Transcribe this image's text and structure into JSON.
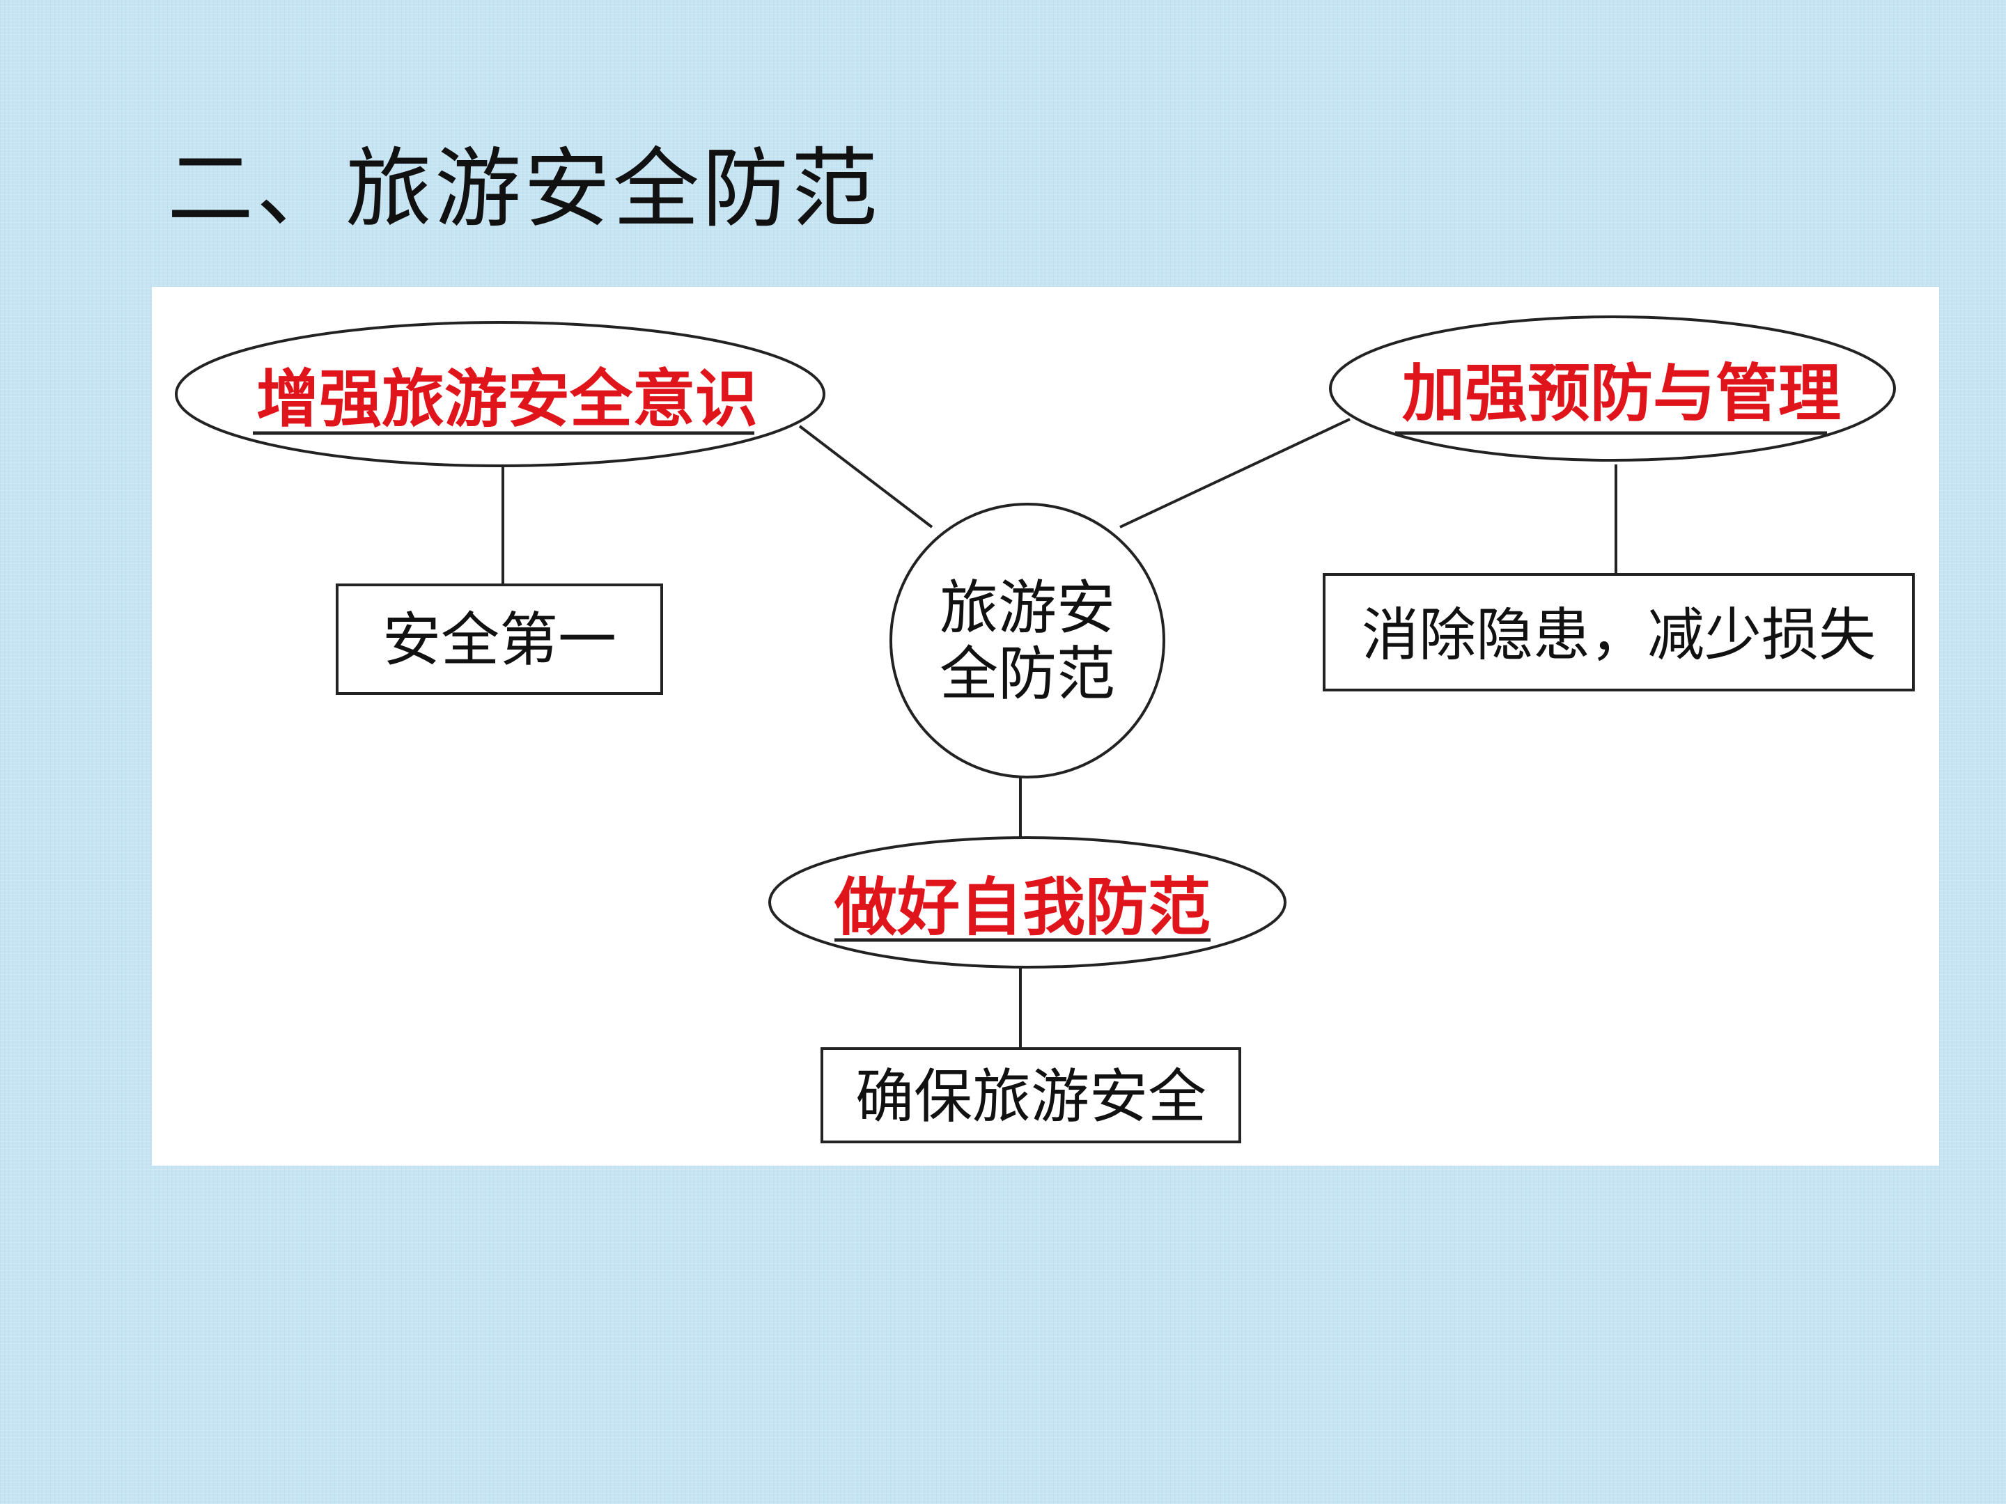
{
  "slide": {
    "title": "二、旅游安全防范"
  },
  "diagram": {
    "center": {
      "line1": "旅游安",
      "line2": "全防范"
    },
    "nodes": {
      "left_oval": "增强旅游安全意识",
      "left_box": "安全第一",
      "right_oval": "加强预防与管理",
      "right_box": "消除隐患，减少损失",
      "bottom_oval": "做好自我防范",
      "bottom_box": "确保旅游安全"
    },
    "colors": {
      "oval_text": "#e0141b",
      "box_text": "#111111",
      "background": "#c6e4f2"
    }
  }
}
